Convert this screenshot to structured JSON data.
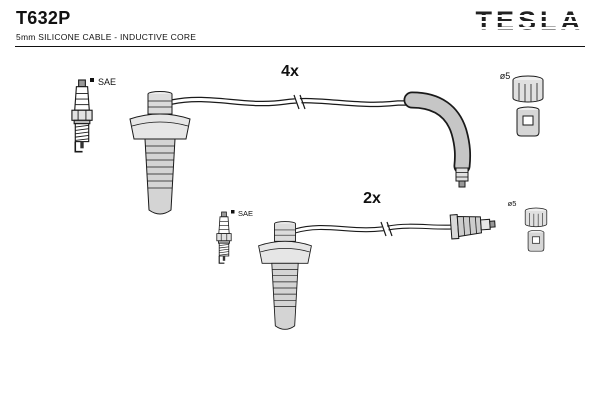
{
  "header": {
    "part_number": "T632P",
    "subtitle": "5mm SILICONE CABLE - INDUCTIVE CORE",
    "brand": "TESLA"
  },
  "diagram": {
    "kit4": {
      "quantity": "4x",
      "plug_standard": "SAE",
      "terminal_diameter": "ø5"
    },
    "kit2": {
      "quantity": "2x",
      "plug_standard": "SAE",
      "terminal_diameter": "ø5"
    }
  },
  "colors": {
    "line": "#1a1a1a",
    "rubber": "#d4d4d4",
    "background": "#ffffff"
  }
}
